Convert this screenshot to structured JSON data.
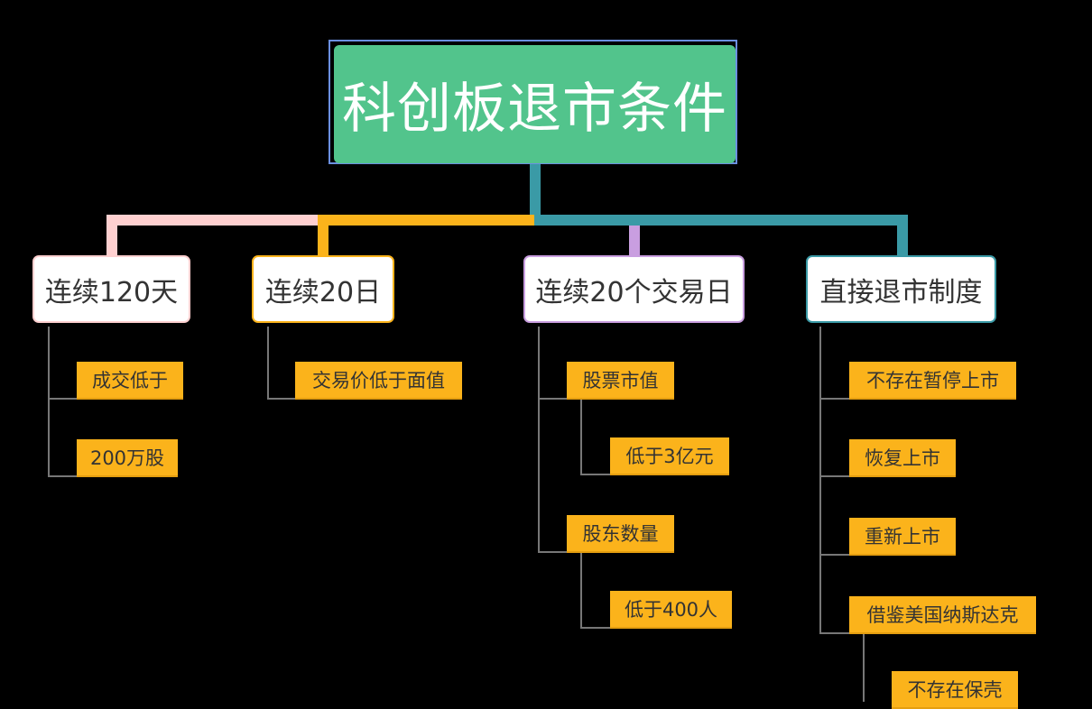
{
  "root": {
    "label": "科创板退市条件"
  },
  "branches": [
    {
      "label": "连续120天",
      "color": "#ffd0d0"
    },
    {
      "label": "连续20日",
      "color": "#fbb31b"
    },
    {
      "label": "连续20个交易日",
      "color": "#c99ee0"
    },
    {
      "label": "直接退市制度",
      "color": "#3a9aa6"
    }
  ],
  "leaves": {
    "b1": [
      "成交低于",
      "200万股"
    ],
    "b2": [
      "交易价低于面值"
    ],
    "b3": [
      "股票市值",
      "低于3亿元",
      "股东数量",
      "低于400人"
    ],
    "b4": [
      "不存在暂停上市",
      "恢复上市",
      "重新上市",
      "借鉴美国纳斯达克",
      "不存在保壳"
    ]
  },
  "colors": {
    "root_bg": "#52c48c",
    "leaf_bg": "#fbb31b",
    "connector": "#3a9aa6"
  }
}
